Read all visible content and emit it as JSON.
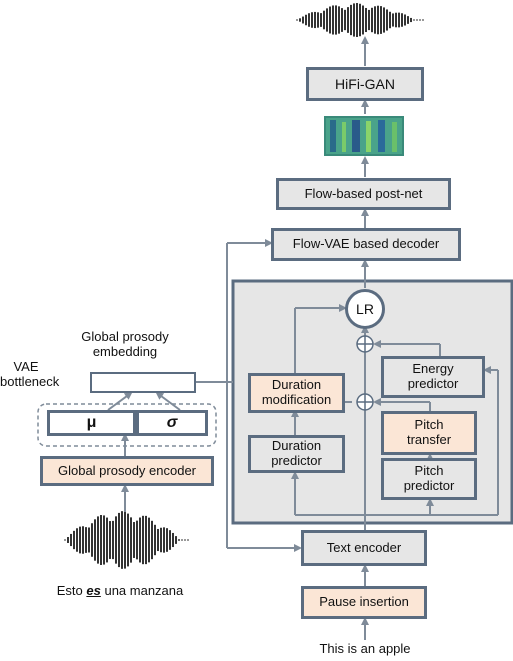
{
  "output_block": {
    "hifigan": "HiFi-GAN",
    "postnet": "Flow-based post-net",
    "decoder": "Flow-VAE based decoder"
  },
  "variance": {
    "lr": "LR",
    "energy_predictor": "Energy predictor",
    "duration_modification": "Duration modification",
    "pitch_transfer": "Pitch transfer",
    "duration_predictor": "Duration predictor",
    "pitch_predictor": "Pitch predictor"
  },
  "encoder": {
    "text_encoder": "Text encoder",
    "pause_insertion": "Pause insertion",
    "input_text": "This is an apple"
  },
  "prosody": {
    "embedding_label": "Global prosody embedding",
    "vae_label": "VAE bottleneck",
    "mu": "μ",
    "sigma": "σ",
    "encoder": "Global prosody encoder",
    "ref_pre": "Esto",
    "ref_emph": "es",
    "ref_post": "una manzana"
  },
  "colors": {
    "border": "#5b6c80",
    "grey_fill": "#e6e6e6",
    "peach_fill": "#fbe6d6",
    "arrow": "#7f8b99"
  }
}
